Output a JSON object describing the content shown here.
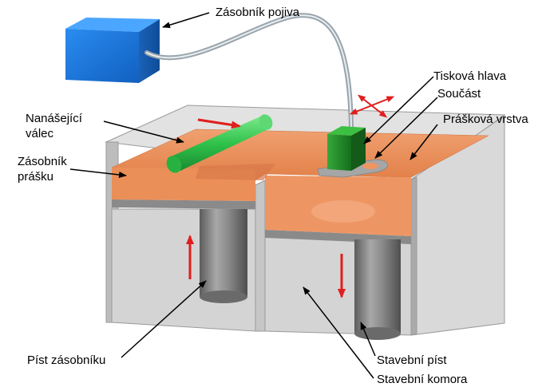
{
  "labels": {
    "binder_reservoir": "Zásobník pojiva",
    "print_head": "Tisková hlava",
    "part": "Součást",
    "powder_layer": "Prášková vrstva",
    "roller_line1": "Nanášející",
    "roller_line2": "válec",
    "powder_reservoir_line1": "Zásobník",
    "powder_reservoir_line2": "prášku",
    "reservoir_piston": "Píst zásobníku",
    "build_piston": "Stavební píst",
    "build_chamber": "Stavební komora"
  },
  "colors": {
    "binder_box": "#1e78d6",
    "powder": "#e88b54",
    "roller": "#2fc24a",
    "print_head": "#1e8a24",
    "arrow_red": "#e01e1e",
    "frame_gray": "#cfcfcf",
    "piston_gray": "#7a7a7a"
  },
  "icons": {
    "direction_arrow": "red-arrow-icon"
  }
}
